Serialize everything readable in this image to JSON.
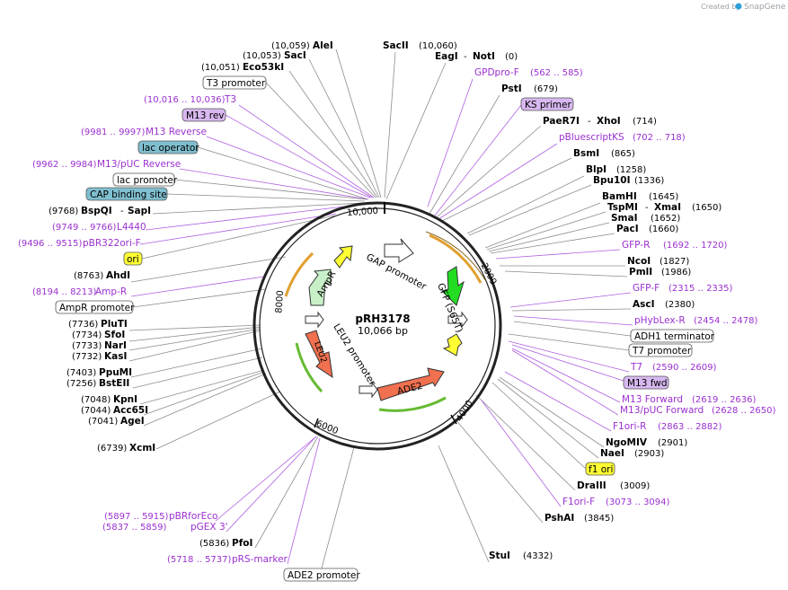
{
  "plasmid": {
    "name": "pRH3178",
    "length": "10,066 bp"
  },
  "watermark": {
    "prefix": "Created by",
    "brand": "SnapGene"
  },
  "ticks": [
    "10,000",
    "2000",
    "4000",
    "6000",
    "8000"
  ],
  "inner_features": [
    "GAP promoter",
    "GFP (S65T)",
    "AmpR",
    "LEU2 promoter",
    "LEU2",
    "ADE2"
  ],
  "labels": [
    {
      "pos": "(10,059)",
      "name": "AleI"
    },
    {
      "pos": "(10,053)",
      "name": "SacI"
    },
    {
      "pos": "(10,051)",
      "name": "Eco53kI"
    },
    {
      "name": "SacII",
      "pos": "(10,060)"
    },
    {
      "name": "EagI",
      "sep": "-",
      "name2": "NotI",
      "pos": "(0)"
    },
    {
      "name": "GPDpro-F",
      "pos": "(562 .. 585)"
    },
    {
      "name": "T3 promoter"
    },
    {
      "name": "PstI",
      "pos": "(679)"
    },
    {
      "pos": "(10,016 .. 10,036)",
      "name": "T3"
    },
    {
      "name": "KS primer"
    },
    {
      "name": "M13 rev"
    },
    {
      "name": "PaeR7I",
      "sep": "-",
      "name2": "XhoI",
      "pos": "(714)"
    },
    {
      "pos": "(9981 .. 9997)",
      "name": "M13 Reverse"
    },
    {
      "name": "pBluescriptKS",
      "pos": "(702 .. 718)"
    },
    {
      "name": "lac operator"
    },
    {
      "name": "BsmI",
      "pos": "(865)"
    },
    {
      "pos": "(9962 .. 9984)",
      "name": "M13/pUC Reverse"
    },
    {
      "name": "BlpI",
      "pos": "(1258)"
    },
    {
      "name": "lac promoter"
    },
    {
      "name": "Bpu10I",
      "pos": "(1336)"
    },
    {
      "name": "CAP binding site"
    },
    {
      "name": "BamHI",
      "pos": "(1645)"
    },
    {
      "pos": "(9768)",
      "name": "BspQI",
      "sep": "-",
      "name2": "SapI"
    },
    {
      "name": "TspMI",
      "sep": "-",
      "name2": "XmaI",
      "pos": "(1650)"
    },
    {
      "pos": "(9749 .. 9766)",
      "name": "L4440"
    },
    {
      "name": "SmaI",
      "pos": "(1652)"
    },
    {
      "name": "PacI",
      "pos": "(1660)"
    },
    {
      "pos": "(9496 .. 9515)",
      "name": "pBR322ori-F"
    },
    {
      "name": "GFP-R",
      "pos": "(1692 .. 1720)"
    },
    {
      "name": "ori"
    },
    {
      "name": "NcoI",
      "pos": "(1827)"
    },
    {
      "name": "PmlI",
      "pos": "(1986)"
    },
    {
      "pos": "(8763)",
      "name": "AhdI"
    },
    {
      "name": "GFP-F",
      "pos": "(2315 .. 2335)"
    },
    {
      "pos": "(8194 .. 8213)",
      "name": "Amp-R"
    },
    {
      "name": "AscI",
      "pos": "(2380)"
    },
    {
      "name": "AmpR promoter"
    },
    {
      "name": "pHybLex-R",
      "pos": "(2454 .. 2478)"
    },
    {
      "pos": "(7736)",
      "name": "PluTI"
    },
    {
      "pos": "(7734)",
      "name": "SfoI"
    },
    {
      "name": "ADH1 terminator"
    },
    {
      "pos": "(7733)",
      "name": "NarI"
    },
    {
      "name": "T7 promoter"
    },
    {
      "pos": "(7732)",
      "name": "KasI"
    },
    {
      "name": "T7",
      "pos": "(2590 .. 2609)"
    },
    {
      "pos": "(7403)",
      "name": "PpuMI"
    },
    {
      "name": "M13 fwd"
    },
    {
      "pos": "(7256)",
      "name": "BstEII"
    },
    {
      "name": "M13 Forward",
      "pos": "(2619 .. 2636)"
    },
    {
      "pos": "(7048)",
      "name": "KpnI"
    },
    {
      "name": "M13/pUC Forward",
      "pos": "(2628 .. 2650)"
    },
    {
      "pos": "(7044)",
      "name": "Acc65I"
    },
    {
      "pos": "(7041)",
      "name": "AgeI"
    },
    {
      "name": "F1ori-R",
      "pos": "(2863 .. 2882)"
    },
    {
      "name": "NgoMIV",
      "pos": "(2901)"
    },
    {
      "pos": "(6739)",
      "name": "XcmI"
    },
    {
      "name": "NaeI",
      "pos": "(2903)"
    },
    {
      "name": "f1 ori"
    },
    {
      "name": "DraIII",
      "pos": "(3009)"
    },
    {
      "name": "F1ori-F",
      "pos": "(3073 .. 3094)"
    },
    {
      "pos": "(5897 .. 5915)",
      "name": "pBRforEco"
    },
    {
      "name": "PshAI",
      "pos": "(3845)"
    },
    {
      "pos": "(5837 .. 5859)",
      "name": "pGEX 3'"
    },
    {
      "pos": "(5836)",
      "name": "PfoI"
    },
    {
      "name": "StuI",
      "pos": "(4332)"
    },
    {
      "pos": "(5718 .. 5737)",
      "name": "pRS-marker"
    },
    {
      "name": "ADE2 promoter"
    }
  ],
  "colors": {
    "primer": "#9b30d0",
    "line_gray": "#8c8c8c",
    "line_purple": "#b060e0",
    "gap_promoter": "#ffffff",
    "gfp": "#22dd22",
    "ampr": "#c8f0c8",
    "leu2_promoter": "#ffffff",
    "leu2": "#f07050",
    "ade2": "#f07050",
    "ori_badge": "#ffff33",
    "lac_badge": "#7fbfcf",
    "m13_badge": "#d8b8f0",
    "orange_arc": "#e0a030",
    "green_arc": "#66bb33"
  }
}
